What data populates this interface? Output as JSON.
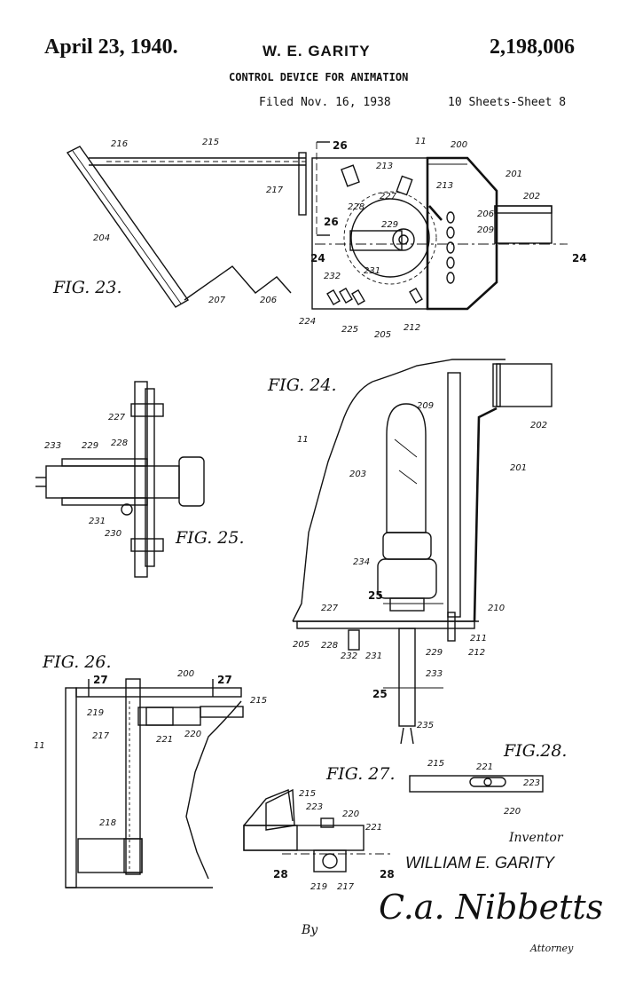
{
  "header": {
    "date": "April 23, 1940.",
    "inventor": "W. E. GARITY",
    "patent_number": "2,198,006",
    "title": "CONTROL DEVICE FOR ANIMATION",
    "filed": "Filed Nov. 16, 1938",
    "sheets": "10 Sheets-Sheet 8"
  },
  "figures": {
    "fig23": "FIG. 23.",
    "fig24": "FIG. 24.",
    "fig25": "FIG. 25.",
    "fig26": "FIG. 26.",
    "fig27": "FIG. 27.",
    "fig28": "FIG.28."
  },
  "labels": {
    "fig23": [
      "216",
      "215",
      "26",
      "11",
      "200",
      "201",
      "202",
      "217",
      "213",
      "213",
      "227",
      "228",
      "229",
      "206",
      "209",
      "26",
      "24",
      "24",
      "204",
      "232",
      "231",
      "207",
      "206",
      "224",
      "225",
      "205",
      "212"
    ],
    "fig24": [
      "209",
      "202",
      "11",
      "201",
      "203",
      "234",
      "25",
      "210",
      "227",
      "205",
      "228",
      "232",
      "231",
      "229",
      "211",
      "212",
      "25",
      "233",
      "235"
    ],
    "fig25": [
      "227",
      "233",
      "229",
      "228",
      "231",
      "230"
    ],
    "fig26": [
      "200",
      "27",
      "27",
      "215",
      "219",
      "221",
      "220",
      "217",
      "11",
      "218"
    ],
    "fig27": [
      "215",
      "223",
      "220",
      "221",
      "28",
      "219",
      "217",
      "28"
    ],
    "fig28": [
      "215",
      "221",
      "223",
      "220"
    ]
  },
  "signature": {
    "inventor_label": "Inventor",
    "inventor_name": "WILLIAM E. GARITY",
    "by": "By",
    "attorney_signature": "C.a. Nibbetts",
    "attorney_label": "Attorney"
  }
}
